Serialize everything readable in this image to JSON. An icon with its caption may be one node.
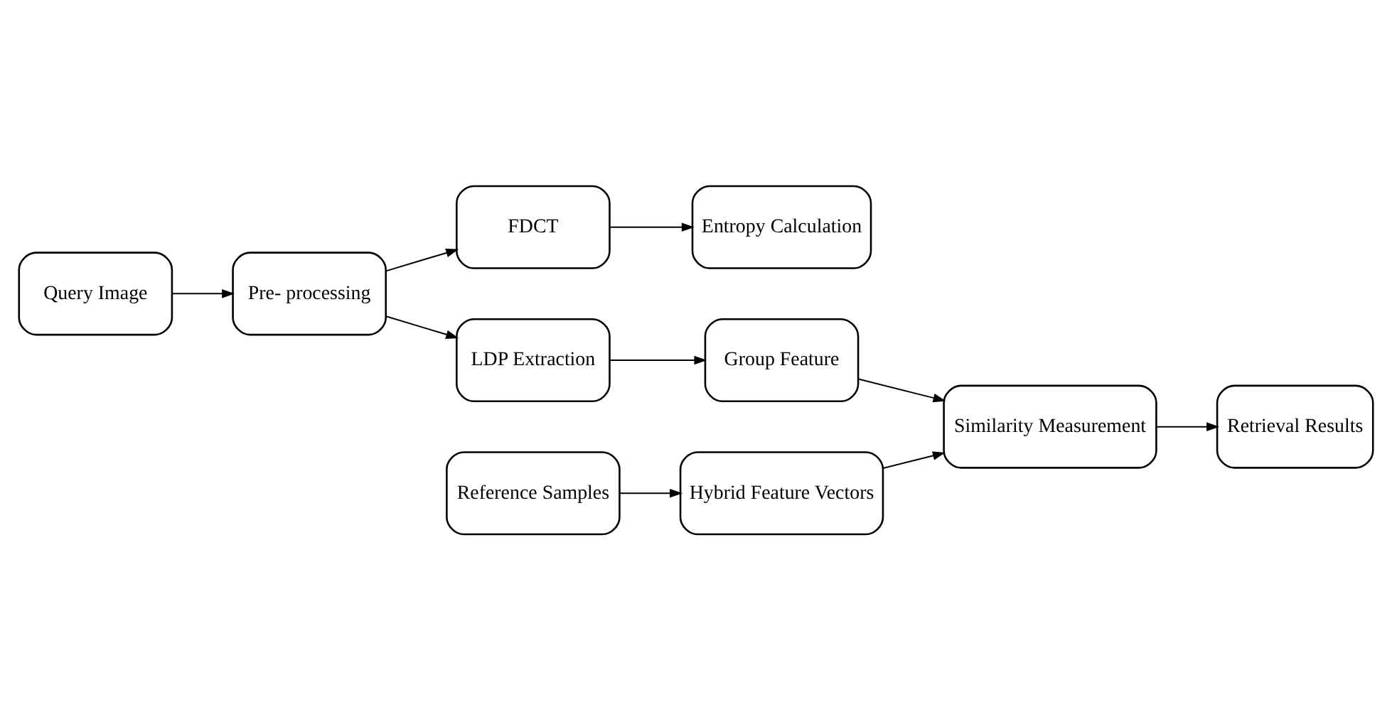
{
  "diagram": {
    "nodes": [
      {
        "text": [
          "Query Image"
        ]
      },
      {
        "text": [
          "Pre- processing"
        ]
      },
      {
        "text": [
          "FDCT"
        ]
      },
      {
        "text": [
          "Entropy Calculation"
        ]
      },
      {
        "text": [
          "LDP Extraction"
        ]
      },
      {
        "text": [
          "Group Feature"
        ]
      },
      {
        "text": [
          "Reference Samples"
        ]
      },
      {
        "text": [
          "Hybrid Feature Vectors"
        ]
      },
      {
        "text": [
          "Similarity Measurement"
        ]
      },
      {
        "text": [
          "Retrieval Results"
        ]
      }
    ],
    "edges": [
      {
        "from": 0,
        "to": 1,
        "arrow": "to"
      },
      {
        "from": 1,
        "to": 2,
        "arrow": "to"
      },
      {
        "from": 2,
        "to": 3,
        "arrow": "to"
      },
      {
        "from": 1,
        "to": 4,
        "arrow": "to"
      },
      {
        "from": 4,
        "to": 5,
        "arrow": "to"
      },
      {
        "from": 5,
        "to": 8,
        "arrow": "to"
      },
      {
        "from": 6,
        "to": 7,
        "arrow": "to"
      },
      {
        "from": 7,
        "to": 8,
        "arrow": "to"
      },
      {
        "from": 8,
        "to": 9,
        "arrow": "to"
      }
    ]
  }
}
